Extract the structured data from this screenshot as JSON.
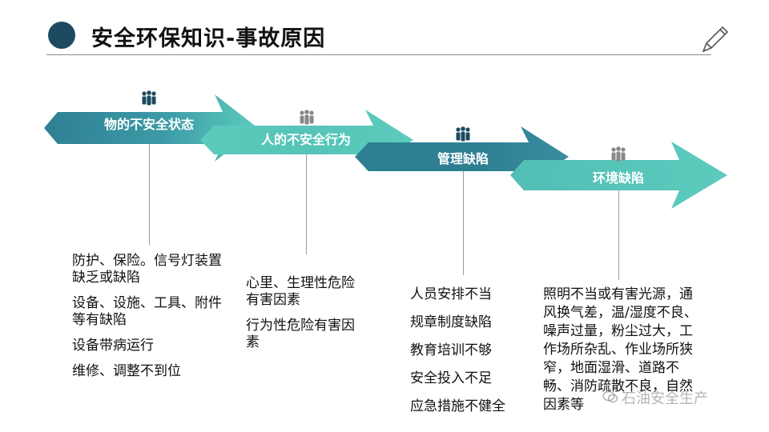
{
  "header": {
    "title": "安全环保知识-事故原因"
  },
  "stages": [
    {
      "label": "物的不安全状态",
      "items": [
        "防护、保险。信号灯装置缺乏或缺陷",
        "设备、设施、工具、附件等有缺陷",
        "设备带病运行",
        "维修、调整不到位"
      ]
    },
    {
      "label": "人的不安全行为",
      "items": [
        "心里、生理性危险有害因素",
        "行为性危险有害因素"
      ]
    },
    {
      "label": "管理缺陷",
      "items": [
        "人员安排不当",
        "规章制度缺陷",
        "教育培训不够",
        "安全投入不足",
        "应急措施不健全"
      ]
    },
    {
      "label": "环境缺陷",
      "items": [
        "照明不当或有害光源，通风换气差，温/湿度不良、噪声过量，粉尘过大，工作场所杂乱、作业场所狭窄，地面湿滑、道路不畅、消防疏散不良，自然因素等"
      ]
    }
  ],
  "colors": {
    "dark_teal": "#2f7f93",
    "light_teal": "#5ccbbd",
    "title_dot": "#1d4a60"
  },
  "watermark": {
    "text": "石油安全生产"
  }
}
